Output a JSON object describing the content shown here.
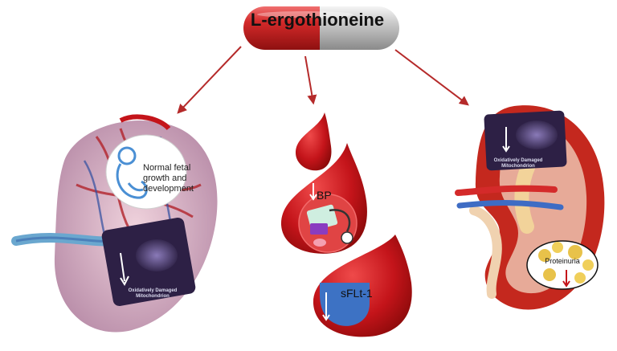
{
  "title": "L-ergothioneine",
  "colors": {
    "capsule_red": "#d42a2a",
    "capsule_grey": "#c2c2c2",
    "arrow": "#b52a2a",
    "blood": "#c4141a",
    "panel_dark": "#2d2045",
    "box_blue": "#3d72c4"
  },
  "placenta": {
    "fetal_label": "Normal fetal growth and development",
    "mito_label": "Oxidatively Damaged Mitochondrion",
    "icons": [
      "placenta-illustration",
      "fetus-icon",
      "mitochondrion-image",
      "down-arrow-icon"
    ]
  },
  "blood": {
    "bp_label": "BP",
    "sflt_label": "sFLt-1",
    "icons": [
      "blood-drop",
      "blood-pressure-monitor-icon",
      "down-arrow-icon"
    ]
  },
  "kidney": {
    "mito_label": "Oxidatively Damaged Mitochondrion",
    "proteinuria_label": "Proteinuria",
    "icons": [
      "kidney-illustration",
      "mitochondrion-image",
      "down-arrow-icon"
    ]
  }
}
